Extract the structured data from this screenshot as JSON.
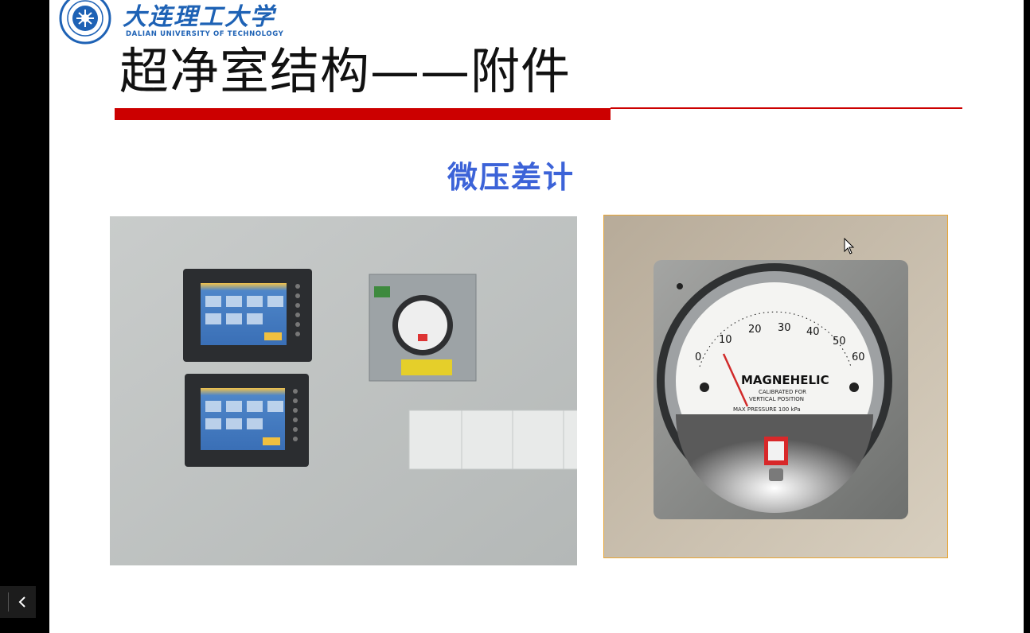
{
  "header": {
    "logo_cn": "大连理工大学",
    "logo_en": "DALIAN UNIVERSITY OF TECHNOLOGY",
    "title": "超净室结构——附件"
  },
  "content": {
    "subtitle": "微压差计"
  },
  "gauge": {
    "brand": "MAGNEHELIC",
    "calibration_line1": "CALIBRATED FOR",
    "calibration_line2": "VERTICAL POSITION",
    "max_pressure": "MAX PRESSURE 100 kPa",
    "scale": [
      "0",
      "10",
      "20",
      "30",
      "40",
      "50",
      "60"
    ]
  },
  "colors": {
    "accent_red": "#cc0000",
    "subtitle_blue": "#3c63d8",
    "logo_blue": "#1e62b5"
  },
  "icons": {
    "nav": "chevron-left-icon",
    "cursor": "mouse-pointer-icon"
  }
}
